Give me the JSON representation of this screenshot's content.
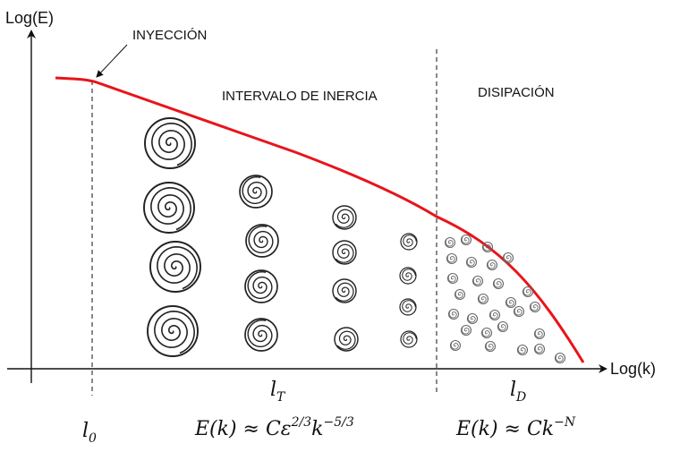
{
  "axes": {
    "y_label": "Log(E)",
    "x_label": "Log(k)"
  },
  "annotations": {
    "injection": "INYECCIÓN",
    "inertial_range": "INTERVALO DE INERCIA",
    "dissipation": "DISIPACIÓN"
  },
  "scales": {
    "l0": {
      "base": "l",
      "sub": "0"
    },
    "lT": {
      "base": "l",
      "sub": "T"
    },
    "lD": {
      "base": "l",
      "sub": "D"
    }
  },
  "formulas": {
    "inertial": {
      "lhs": "E(k) ≈ Cε",
      "exp1": "2/3",
      "mid": "k",
      "exp2": "−5/3"
    },
    "dissipation": {
      "lhs": "E(k) ≈ Ck",
      "exp": "−N"
    }
  },
  "colors": {
    "spectrum": "#e8141b",
    "ink": "#111111",
    "eddy": "#222222",
    "small_eddy": "#666666"
  },
  "eddy_columns": [
    {
      "size": "large",
      "count": 4
    },
    {
      "size": "medium",
      "count": 4
    },
    {
      "size": "small",
      "count": 4
    },
    {
      "size": "tiny",
      "count": 4
    }
  ],
  "dissipation_eddies": {
    "size": "micro",
    "count": 28
  }
}
